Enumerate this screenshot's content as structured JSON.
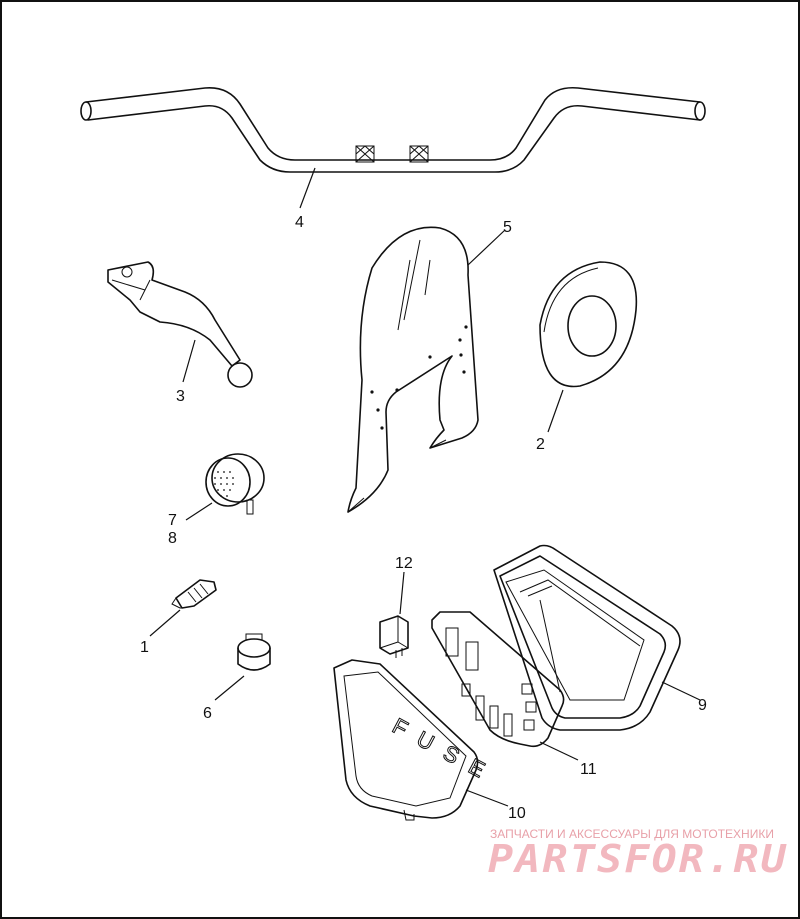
{
  "callouts": [
    {
      "id": "handlebar",
      "label": "4"
    },
    {
      "id": "windshield",
      "label": "5"
    },
    {
      "id": "clutch-lever",
      "label": "3"
    },
    {
      "id": "gasket",
      "label": "2"
    },
    {
      "id": "horn-label-a",
      "label": "7"
    },
    {
      "id": "horn-label-b",
      "label": "8"
    },
    {
      "id": "fuse",
      "label": "12"
    },
    {
      "id": "spark-plug",
      "label": "1"
    },
    {
      "id": "cap",
      "label": "6"
    },
    {
      "id": "fuse-box-cover",
      "label": "9"
    },
    {
      "id": "fuse-block",
      "label": "11"
    },
    {
      "id": "fuse-panel-cover",
      "label": "10"
    }
  ],
  "cover_text": "FUSE",
  "watermark": {
    "tagline": "ЗАПЧАСТИ И АКСЕССУАРЫ ДЛЯ МОТОТЕХНИКИ",
    "brand": "PARTSFOR.RU"
  },
  "colors": {
    "line": "#111111",
    "background": "#ffffff",
    "watermark": "#f2b8bf"
  }
}
